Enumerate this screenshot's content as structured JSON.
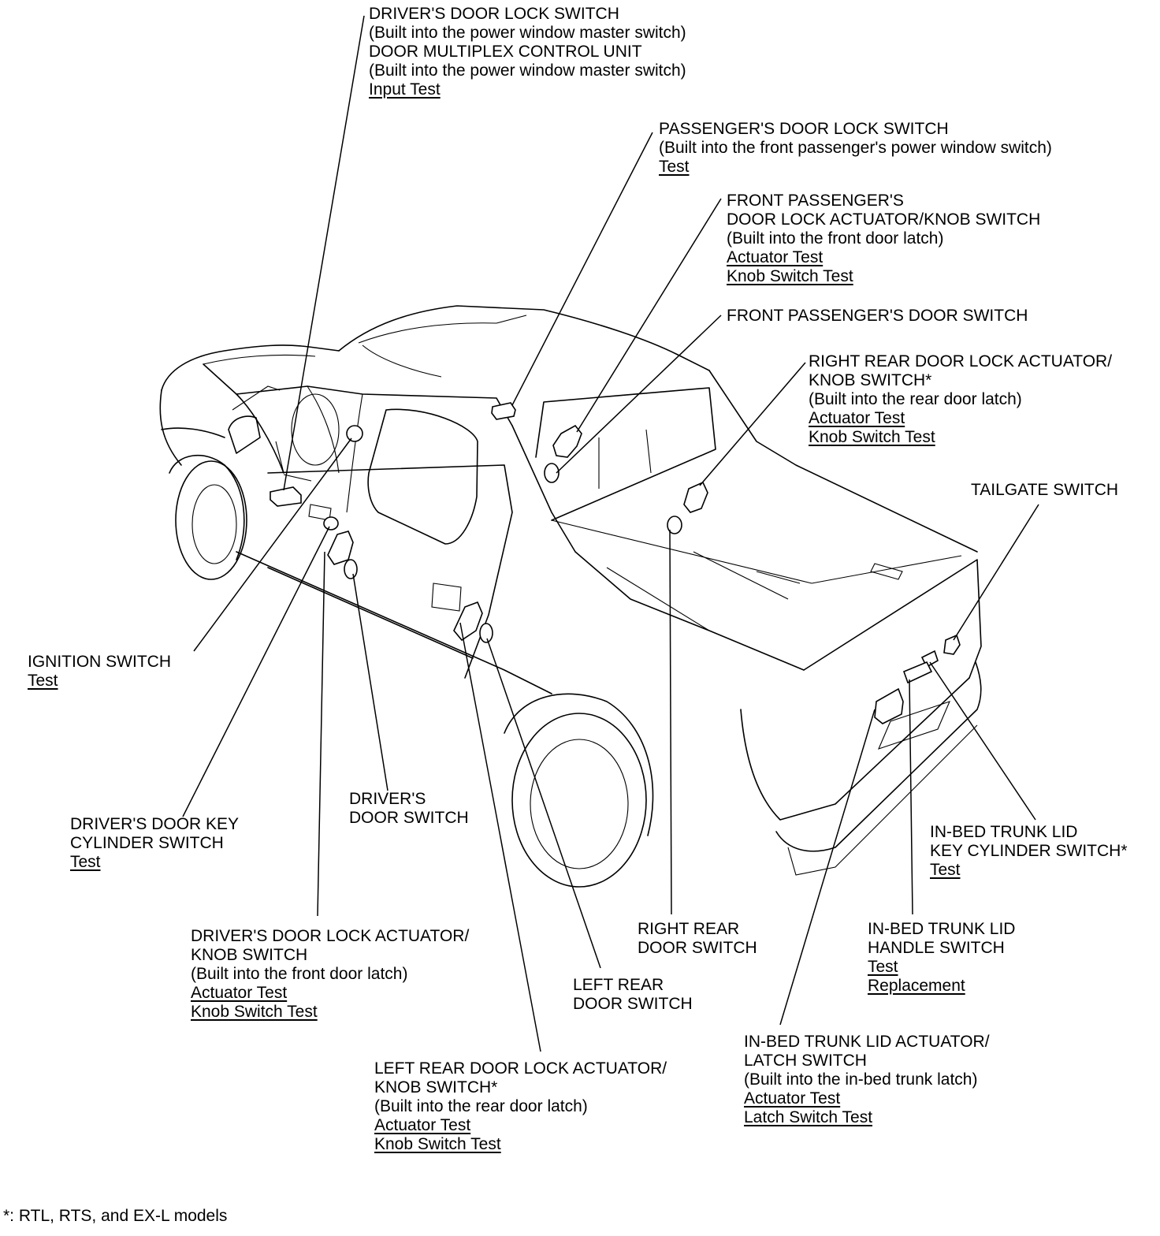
{
  "callouts": {
    "drivers_door_lock_switch": {
      "lines": [
        "DRIVER'S DOOR LOCK SWITCH",
        "(Built into the power window master switch)",
        "DOOR MULTIPLEX CONTROL UNIT",
        "(Built into the power window master switch)"
      ],
      "links": [
        "Input Test"
      ]
    },
    "passengers_door_lock_switch": {
      "lines": [
        "PASSENGER'S DOOR LOCK SWITCH",
        "(Built into the front passenger's power window switch)"
      ],
      "links": [
        "Test"
      ]
    },
    "front_passengers_actuator": {
      "lines": [
        "FRONT PASSENGER'S",
        "DOOR LOCK ACTUATOR/KNOB SWITCH",
        "(Built into the front door latch)"
      ],
      "links": [
        "Actuator Test",
        "Knob Switch Test"
      ]
    },
    "front_passengers_door_switch": {
      "lines": [
        "FRONT PASSENGER'S DOOR SWITCH"
      ],
      "links": []
    },
    "right_rear_actuator": {
      "lines": [
        "RIGHT REAR DOOR LOCK ACTUATOR/",
        "KNOB SWITCH*",
        "(Built into the rear door latch)"
      ],
      "links": [
        "Actuator Test",
        "Knob Switch Test"
      ]
    },
    "tailgate_switch": {
      "lines": [
        "TAILGATE SWITCH"
      ],
      "links": []
    },
    "ignition_switch": {
      "lines": [
        "IGNITION SWITCH"
      ],
      "links": [
        "Test"
      ]
    },
    "drivers_door_switch": {
      "lines": [
        "DRIVER'S",
        "DOOR SWITCH"
      ],
      "links": []
    },
    "drivers_key_cylinder": {
      "lines": [
        "DRIVER'S DOOR KEY",
        "CYLINDER SWITCH"
      ],
      "links": [
        "Test"
      ]
    },
    "trunk_key_cylinder": {
      "lines": [
        "IN-BED TRUNK LID",
        "KEY CYLINDER SWITCH*"
      ],
      "links": [
        "Test"
      ]
    },
    "drivers_actuator": {
      "lines": [
        "DRIVER'S DOOR LOCK ACTUATOR/",
        "KNOB SWITCH",
        "(Built into the front door latch)"
      ],
      "links": [
        "Actuator Test",
        "Knob Switch Test"
      ]
    },
    "right_rear_door_switch": {
      "lines": [
        "RIGHT REAR",
        "DOOR SWITCH"
      ],
      "links": []
    },
    "trunk_handle_switch": {
      "lines": [
        "IN-BED TRUNK LID",
        "HANDLE SWITCH"
      ],
      "links": [
        "Test",
        "Replacement"
      ]
    },
    "left_rear_door_switch": {
      "lines": [
        "LEFT REAR",
        "DOOR SWITCH"
      ],
      "links": []
    },
    "left_rear_actuator": {
      "lines": [
        "LEFT REAR DOOR LOCK ACTUATOR/",
        "KNOB SWITCH*",
        "(Built into the rear door latch)"
      ],
      "links": [
        "Actuator Test",
        "Knob Switch Test"
      ]
    },
    "trunk_actuator": {
      "lines": [
        "IN-BED TRUNK LID ACTUATOR/",
        "LATCH SWITCH",
        "(Built into the in-bed trunk latch)"
      ],
      "links": [
        "Actuator Test",
        "Latch Switch Test"
      ]
    }
  },
  "footnote": "*: RTL, RTS, and EX-L models"
}
